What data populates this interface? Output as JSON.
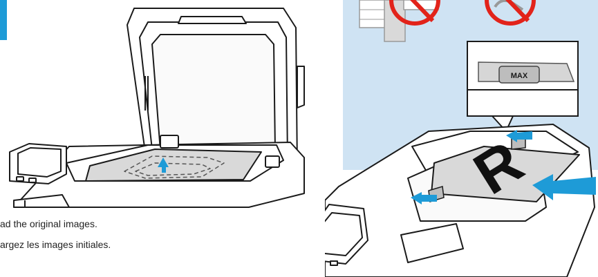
{
  "captions": {
    "en": "ad the original images.",
    "fr": "argez les images initiales."
  },
  "feeder_label": "MAX",
  "document_letter": "R",
  "colors": {
    "accent_blue": "#1e9bd7",
    "light_blue_bg": "#cfe3f3",
    "outline": "#1a1a1a",
    "glass_gray": "#d9d9d9",
    "prohibit_red": "#e2231a"
  },
  "icons": [
    "prohibited-paper-icon",
    "prohibited-clip-icon",
    "guide-arrow-icon",
    "insert-arrow-icon"
  ]
}
